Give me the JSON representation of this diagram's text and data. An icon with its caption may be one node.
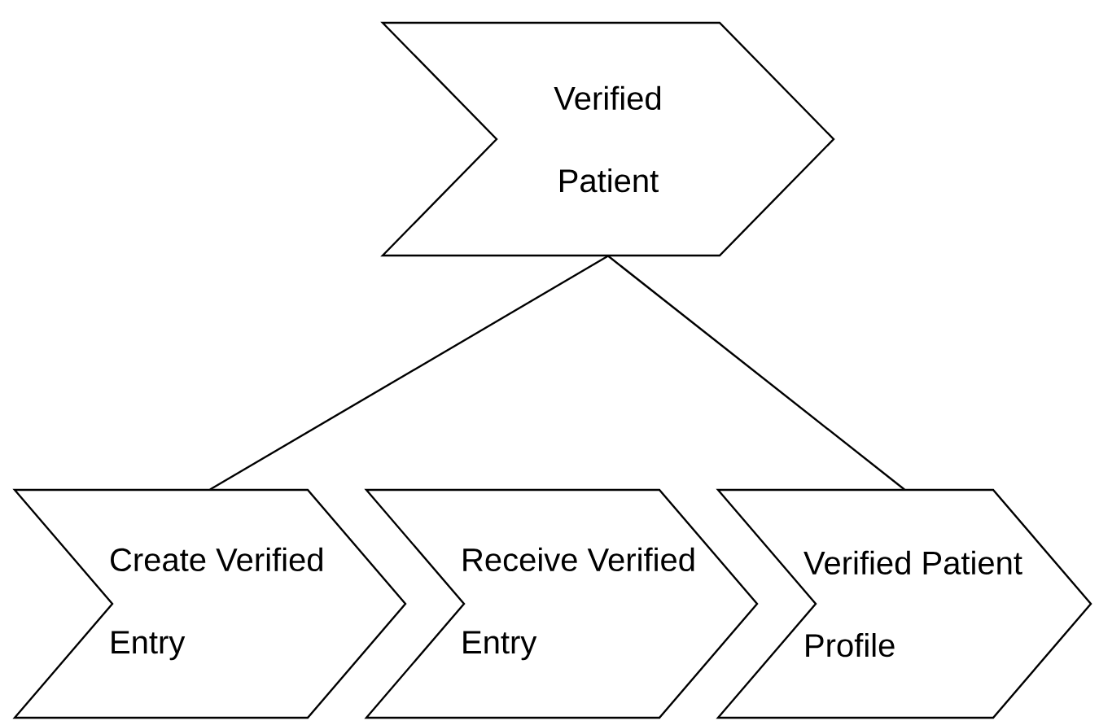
{
  "diagram": {
    "nodes": [
      {
        "text": [
          "Verified Patient"
        ]
      },
      {
        "text": [
          "Create Verified Entry"
        ]
      },
      {
        "text": [
          "Receive Verified Entry"
        ]
      },
      {
        "text": [
          "Verified Patient Profile"
        ]
      }
    ],
    "edges": [
      {
        "from": 0,
        "to": 1,
        "arrow": "none"
      },
      {
        "from": 0,
        "to": 3,
        "arrow": "none"
      }
    ]
  }
}
